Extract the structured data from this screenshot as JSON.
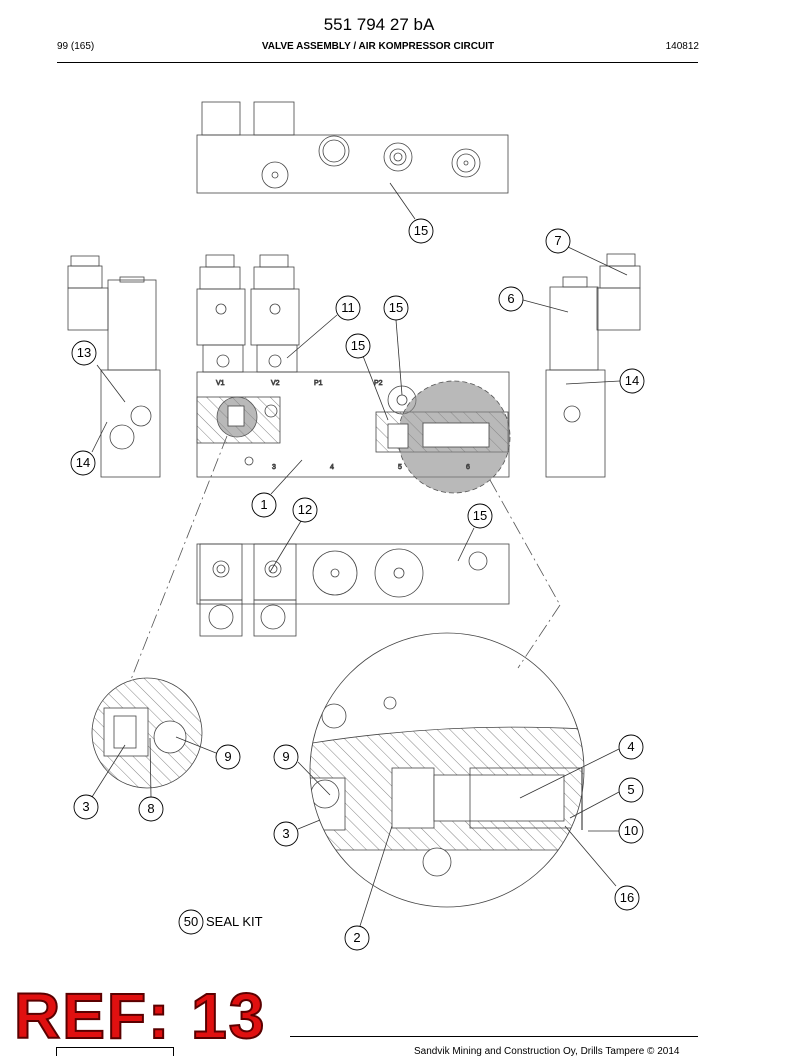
{
  "header": {
    "doc_number": "551 794 27 bA",
    "page": "99 (165)",
    "title": "VALVE ASSEMBLY / AIR KOMPRESSOR CIRCUIT",
    "date": "140812"
  },
  "callouts": [
    "15",
    "7",
    "6",
    "11",
    "15",
    "15",
    "13",
    "14",
    "14",
    "1",
    "12",
    "15",
    "9",
    "4",
    "9",
    "5",
    "3",
    "8",
    "3",
    "10",
    "16",
    "2",
    "50"
  ],
  "port_labels": [
    "V1",
    "V2",
    "P1",
    "P2",
    "3",
    "4",
    "5",
    "6"
  ],
  "seal_kit_label": "SEAL KIT",
  "ref_stamp": "REF: 13",
  "footer": "Sandvik Mining and Construction Oy, Drills Tampere © 2014"
}
